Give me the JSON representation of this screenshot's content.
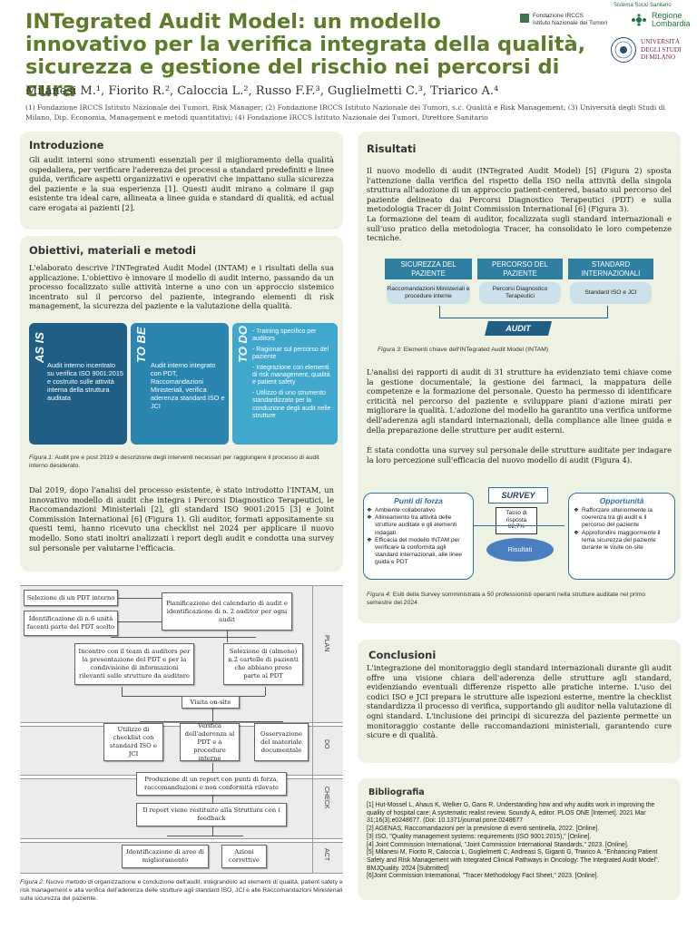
{
  "header": {
    "title_lines": [
      "INTegrated Audit Model: un modello",
      "innovativo per la verifica integrata della qualità,",
      "sicurezza e gestione del rischio nei percorsi di cura"
    ],
    "authors": "Milanesi M.¹, Fiorito R.², Caloccia L.², Russo F.F.³, Guglielmetti C.³, Triarico A.⁴",
    "affiliations": "(1) Fondazione IRCCS Istituto Nazionale dei Tumori, Risk Manager; (2) Fondazione IRCCS Istituto Nazionale dei Tumori, s.c. Qualità e Risk Management; (3) Università degli Studi di Milano, Dip. Economia, Management e metodi quantitativi; (4) Fondazione IRCCS Istituto Nazionale dei Tumori, Direttore Sanitario",
    "logos": {
      "sistema": "Sistema Socio Sanitario",
      "fondazione_1": "Fondazione IRCCS",
      "fondazione_2": "Istituto Nazionale dei Tumori",
      "regione_1": "Regione",
      "regione_2": "Lombardia",
      "unimi_1": "UNIVERSITÀ",
      "unimi_2": "DEGLI STUDI",
      "unimi_3": "DI MILANO"
    }
  },
  "intro": {
    "heading": "Introduzione",
    "text": "Gli audit interni sono strumenti essenziali per il miglioramento della qualità ospedaliera, per verificare l'aderenza dei processi a standard predefiniti e linee guida, verificare aspetti organizzativi e operativi che impattano sulla sicurezza del paziente e la sua esperienza [1]. Questi audit mirano a colmare il gap esistente tra ideal care, allineata a linee guida e standard di qualità, ed actual care erogata ai pazienti [2]."
  },
  "objectives": {
    "heading": "Obiettivi, materiali e metodi",
    "text": "L'elaborato descrive l'INTegrated Audit Model (INTAM) e i risultati della sua applicazione. L'obiettivo è innovare il modello di audit interno, passando da un processo focalizzato sulle attività interne a uno con un approccio sistemico incentrato sul il percorso del paziente, integrando elementi di risk management, la sicurezza del paziente e la valutazione della qualità.",
    "fig1": {
      "as_is_label": "AS IS",
      "as_is_text": "Audit interno incentrato su verifica ISO 9001:2015 e costruito sulle attività interna della struttura auditata",
      "to_be_label": "TO BE",
      "to_be_text": "Audit interno integrato con PDT, Raccomandazioni Ministeriali, verifica aderenza standard ISO e JCI",
      "to_do_label": "TO DO",
      "to_do_items": [
        "- Training specifico per auditors",
        "- Ragionar sul percorso del paziente",
        "- Integrazione con elementi di risk management, qualità e patient safety",
        "- Utilizzo di uno strumento standardizzato per la conduzione degli audit nelle strutture"
      ],
      "caption_label": "Figura 1:",
      "caption": "Audit pre e post 2019 e descrizione degli interventi necessari per raggiungere il processo di audit interno desiderato."
    },
    "text2": "Dal 2019, dopo l'analisi del processo esistente, è stato introdotto l'INTAM, un innovativo modello di audit che integra i Percorsi Diagnostico Terapeutici, le Raccomandazioni Ministeriali [2], gli standard ISO 9001:2015 [3] e Joint Commission International [6] (Figura 1). Gli auditor, formati appositamente su questi temi, hanno ricevuto una checklist nel 2024 per applicare il nuovo modello. Sono stati inoltri analizzati i report degli audit e condotta una survey sul personale per valutarne l'efficacia."
  },
  "fig2": {
    "boxes": {
      "b1": "Selezione di un PDT interno",
      "b2": "Identificazione di n.6 unità facenti parte del PDT scelto",
      "b3": "Pianificazione del calendario di audit e identificazione di n. 2 auditor per ogni audit",
      "b4": "Incontro con il team di auditors per la presentazione del PDT e per la condivisione di informazioni rilevanti sulle strutture da auditare",
      "b5": "Selezione di (almeno) n.2 cartelle di pazienti che abbiano preso parte al PDT",
      "b6": "Visita on-site",
      "b7": "Utilizzo di checklist con standard ISO e JCI",
      "b8": "Verifica dell'aderenza al PDT e a procedure interne",
      "b9": "Osservazione del materiale documentale",
      "b10": "Produzione di un report con punti di forza, raccomandazioni e non conformità rilevate",
      "b11": "Il report viene restituito alla Struttura con i feedback",
      "b12": "Identificazione di aree di miglioramento",
      "b13": "Azioni correttive"
    },
    "bands": [
      "PLAN",
      "DO",
      "CHECK",
      "ACT"
    ],
    "caption_label": "Figura 2:",
    "caption": "Nuovo metodo di organizzazione e conduzione dell'audit, integrandolo ad elementi di qualità, patient safety e risk management e alla verifica dell'aderenza delle strutture agli standard ISO, JCI e alle Raccomandazioni Ministeriali sulla sicurezza del paziente."
  },
  "results": {
    "heading": "Risultati",
    "text1": "Il nuovo modello di audit (INTegrated Audit Model) [5] (Figura 2) sposta l'attenzione dalla verifica del rispetto della ISO nella attività della singola struttura all'adozione di un approccio patient-centered, basato sul percorso del paziente delineato dai Percorsi Diagnostico Terapeutici (PDT) e sulla metodologia Tracer di Joint Commission International [6] (Figura 3).",
    "text1b": "La formazione del team di auditor, focalizzata sugli standard internazionali e sull'uso pratico della metodologia Tracer, ha consolidato le loro competenze tecniche.",
    "fig3": {
      "col1_head": "SICUREZZA DEL PAZIENTE",
      "col1_pill": "Raccomandazioni Ministeriali e procedure interne",
      "col2_head": "PERCORSO DEL PAZIENTE",
      "col2_pill": "Percorsi Diagnostico Terapeutici",
      "col3_head": "STANDARD INTERNAZIONALI",
      "col3_pill": "Standard ISO e JCI",
      "audit": "AUDIT",
      "caption_label": "Figura 3:",
      "caption": "Elementi chiave dell'INTegrated Audit Model (INTAM)"
    },
    "text2": "L'analisi dei rapporti di audit di 31 strutture ha evidenziato temi chiave come la gestione documentale, la gestione dei farmaci, la mappatura delle competenze e la formazione del personale. Questo ha permesso di identificare criticità nel percorso del paziente e sviluppare piani d'azione mirati per migliorare la qualità. L'adozione del modello ha garantito una verifica uniforme dell'aderenza agli standard internazionali, della compliance alle linee guida e della preparazione delle strutture per audit esterni.",
    "text3": "È stata condotta una survey sul personale delle strutture auditate per indagare la loro percezione sull'efficacia del nuovo modello di audit (Figura 4).",
    "fig4": {
      "strengths_title": "Punti di forza",
      "strengths": [
        "Ambiente collaborativo",
        "Allineamento tra attività delle strutture auditate e gli elementi indagati",
        "Efficacia del modello INTAM per verificare la conformità agli standard internazionali, alle linee guida e PDT"
      ],
      "survey": "SURVEY",
      "rate_label": "Tasso di risposta",
      "rate_value": "82,7%",
      "results_label": "Risultati",
      "opps_title": "Opportunità",
      "opps": [
        "Rafforzare ulteriormente la coerenza tra gli audit e il percorso del paziente",
        "Approfondire maggiormente il tema sicurezza del paziente durante le visite on-site"
      ],
      "caption_label": "Figura 4:",
      "caption": "Esiti della Survey somministrata a 50 professionisti operanti nella strutture auditate nel primo semestre del 2024"
    }
  },
  "conclusions": {
    "heading": "Conclusioni",
    "text": "L'integrazione del monitoraggio degli standard internazionali durante gli audit offre una visione chiara dell'aderenza delle strutture agli standard, evidenziando eventuali differenze rispetto alle pratiche interne. L'uso dei codici ISO e JCI prepara le strutture alle ispezioni esterne, mentre la checklist standardizza il processo di verifica, supportando gli auditor nella valutazione di ogni standard. L'inclusione dei principi di sicurezza del paziente permette un monitoraggio costante delle raccomandazioni ministeriali, garantendo cure sicure e di qualità."
  },
  "bibliography": {
    "heading": "Bibliografia",
    "items": [
      "[1] Hut-Mossel L, Ahaus K, Welker G, Gans R. Understanding how and why audits work in improving the quality of hospital care: A systematic realist review. Soundy A, editor. PLOS ONE [Internet]. 2021 Mar 31;16(3):e0248677. (Doi: 10.1371/journal.pone.0248677",
      "[2] AGENAS, Raccomandazioni per la previsione di eventi sentinella, 2022. [Online].",
      "[3] ISO, \"Quality management systems: requirements (ISO 9001:2015),\" [Online].",
      "[4] Joint Commission International, \"Joint Commission International Standards,\" 2023. [Online].",
      "[5] Milanesi M, Fiorito R, Caloccia L, Guglielmetti C, Andreasi S, Giganti G, Triarico A. \"Enhancing Patient Safety and Risk Management with Integrated Clinical Pathways in Oncology: The Integrated Audit Model\". BMJQuality. 2024 [Submitted]",
      "[6]Joint Commission International, \"Tracer Methodology Fact Sheet,\" 2023. [Online]."
    ]
  },
  "colors": {
    "title_green": "#5e7d2a",
    "panel_bg": "#eef2e2",
    "blue_dark": "#1f5f86",
    "blue_mid": "#2a86b0",
    "blue_light": "#3fa8cc"
  }
}
